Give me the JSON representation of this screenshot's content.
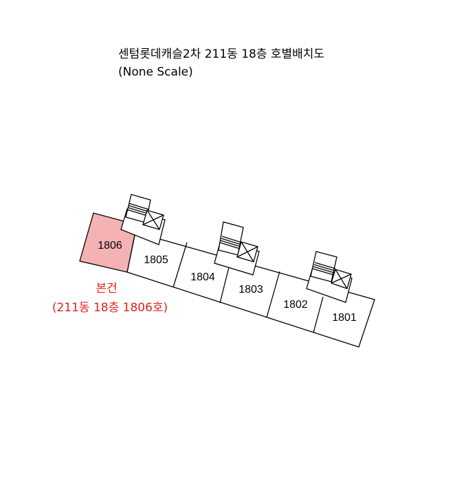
{
  "header": {
    "title": "센텀롯데캐슬2차 211동 18층 호별배치도",
    "scale_note": "(None Scale)"
  },
  "units": [
    {
      "id": "1806",
      "label": "1806",
      "highlighted": true
    },
    {
      "id": "1805",
      "label": "1805",
      "highlighted": false
    },
    {
      "id": "1804",
      "label": "1804",
      "highlighted": false
    },
    {
      "id": "1803",
      "label": "1803",
      "highlighted": false
    },
    {
      "id": "1802",
      "label": "1802",
      "highlighted": false
    },
    {
      "id": "1801",
      "label": "1801",
      "highlighted": false
    }
  ],
  "subject": {
    "line1": "본건",
    "line2": "(211동 18층 1806호)"
  },
  "colors": {
    "highlight_fill": "#f5b2b2",
    "subject_text": "#e0201c",
    "line": "#000000"
  }
}
